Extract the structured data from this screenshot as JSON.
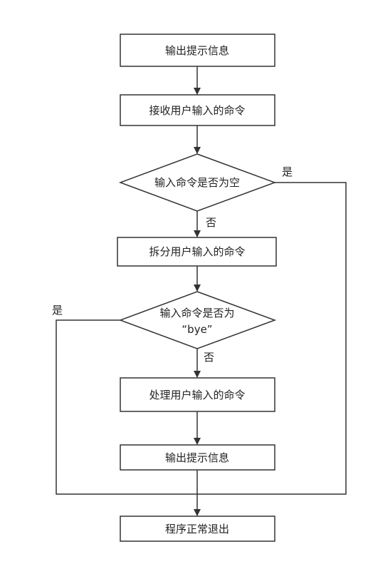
{
  "flowchart": {
    "nodes": {
      "output_prompt_1": "输出提示信息",
      "receive_command": "接收用户输入的命令",
      "is_empty": "输入命令是否为空",
      "split_command": "拆分用户输入的命令",
      "is_bye_line1": "输入命令是否为",
      "is_bye_line2": "“bye”",
      "process_command": "处理用户输入的命令",
      "output_prompt_2": "输出提示信息",
      "exit_program": "程序正常退出"
    },
    "edge_labels": {
      "empty_yes": "是",
      "empty_no": "否",
      "bye_yes": "是",
      "bye_no": "否"
    }
  }
}
